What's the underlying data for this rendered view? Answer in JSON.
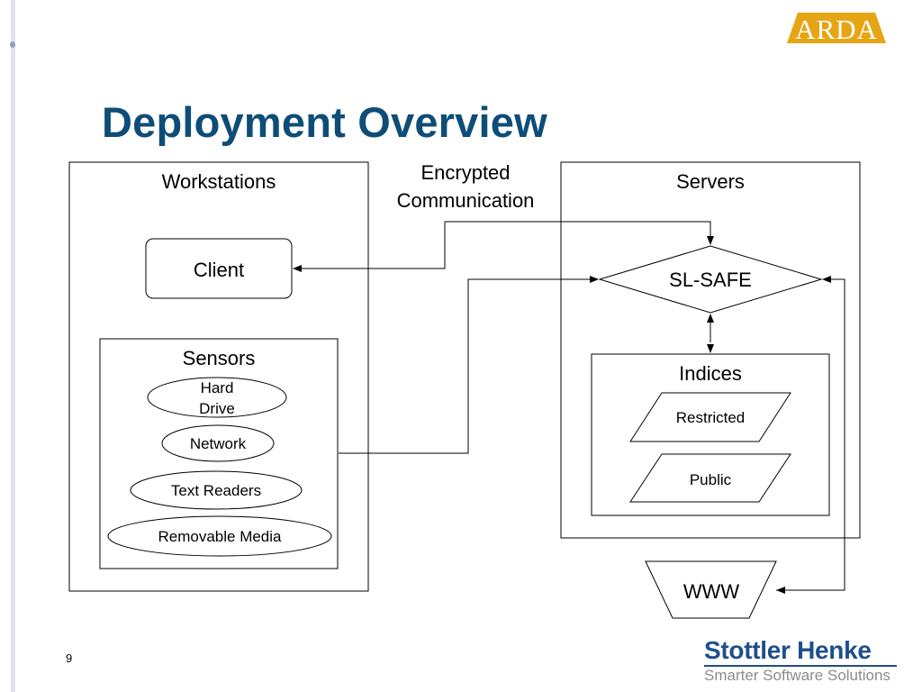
{
  "slide": {
    "title": "Deployment Overview",
    "page_number": "9"
  },
  "logos": {
    "arda": "ARDA",
    "company_name": "Stottler Henke",
    "company_tagline": "Smarter Software Solutions"
  },
  "diagram": {
    "workstations_label": "Workstations",
    "servers_label": "Servers",
    "encrypted_line1": "Encrypted",
    "encrypted_line2": "Communication",
    "client_label": "Client",
    "sensors_label": "Sensors",
    "sensors": {
      "hard_drive_line1": "Hard",
      "hard_drive_line2": "Drive",
      "network": "Network",
      "text_readers": "Text Readers",
      "removable_media": "Removable Media"
    },
    "sl_safe_label": "SL-SAFE",
    "indices_label": "Indices",
    "restricted_label": "Restricted",
    "public_label": "Public",
    "www_label": "WWW"
  },
  "colors": {
    "title": "#0e4d78",
    "arda_gold": "#e6a514",
    "brand_blue": "#1f4f8a",
    "tagline_gray": "#8c8c8c",
    "left_rule": "#dbe3ee"
  }
}
